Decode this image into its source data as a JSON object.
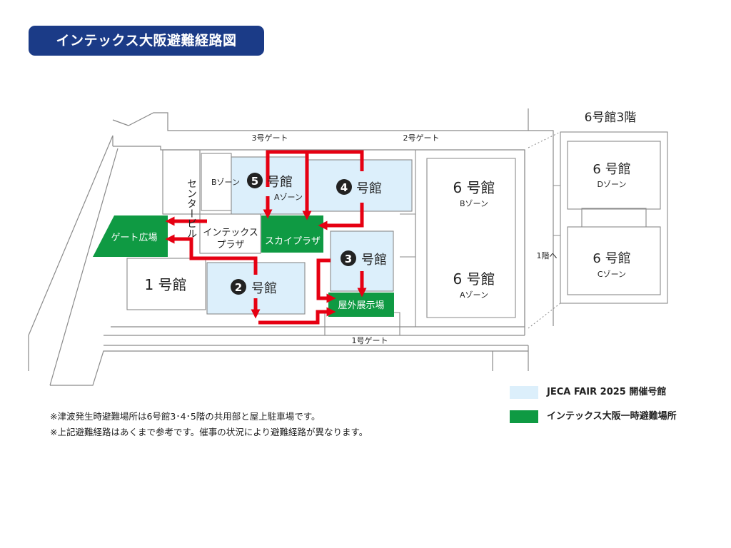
{
  "title": "インテックス大阪避難経路図",
  "colors": {
    "title_bg": "#1b3b87",
    "venue_fill": "#dceffb",
    "evac_fill": "#0f9a43",
    "route": "#e60012"
  },
  "gates": {
    "gate3": "3号ゲート",
    "gate2": "2号ゲート",
    "gate1": "1号ゲート"
  },
  "buildings": {
    "hall1": "1 号館",
    "hall2": {
      "num": "2",
      "label": "号館"
    },
    "hall3": {
      "num": "3",
      "label": "号館"
    },
    "hall4": {
      "num": "4",
      "label": "号館"
    },
    "hall5": {
      "num": "5",
      "label": "号館",
      "zone_a": "Aゾーン",
      "zone_b": "Bゾーン"
    },
    "hall6a": {
      "label": "6 号館",
      "zone": "Aゾーン"
    },
    "hall6b": {
      "label": "6 号館",
      "zone": "Bゾーン"
    },
    "center_building": "センタービル",
    "intex_plaza": [
      "インテックス",
      "プラザ"
    ]
  },
  "evac_areas": {
    "gate_plaza": "ゲート広場",
    "sky_plaza": "スカイプラザ",
    "outdoor_exhibit": "屋外展示場"
  },
  "inset": {
    "title": "6号館3階",
    "hall6d": {
      "label": "6 号館",
      "zone": "Dゾーン"
    },
    "hall6c": {
      "label": "6 号館",
      "zone": "Cゾーン"
    },
    "to_1f": "1階へ"
  },
  "notes": [
    "※津波発生時避難場所は6号館3･4･5階の共用部と屋上駐車場です。",
    "※上記避難経路はあくまで参考です。催事の状況により避難経路が異なります。"
  ],
  "legend": [
    {
      "label": "JECA FAIR 2025 開催号館",
      "color": "#dceffb"
    },
    {
      "label": "インテックス大阪一時避難場所",
      "color": "#0f9a43"
    }
  ]
}
